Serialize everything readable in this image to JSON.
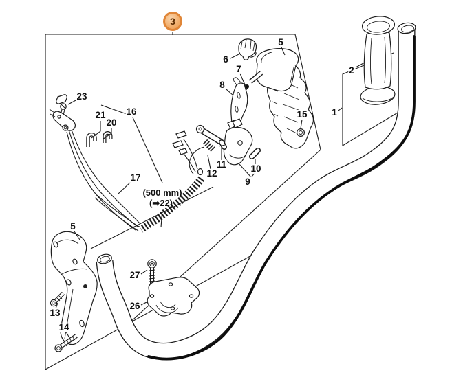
{
  "page": {
    "background": "#ffffff"
  },
  "diagram": {
    "badge": {
      "number": "3",
      "fill": "#F2AE6B",
      "ring": "#E08638",
      "text_color": "#5B2B00"
    },
    "annotations": {
      "cable_length": "(500 mm)",
      "cross_reference": "(➡22)"
    },
    "part_labels": {
      "p1": "1",
      "p2": "2",
      "p5_top": "5",
      "p5_bottom": "5",
      "p6": "6",
      "p7": "7",
      "p8": "8",
      "p9": "9",
      "p10": "10",
      "p11": "11",
      "p12": "12",
      "p13": "13",
      "p14": "14",
      "p15": "15",
      "p16": "16",
      "p17": "17",
      "p20": "20",
      "p21": "21",
      "p23": "23",
      "p26": "26",
      "p27": "27"
    }
  }
}
